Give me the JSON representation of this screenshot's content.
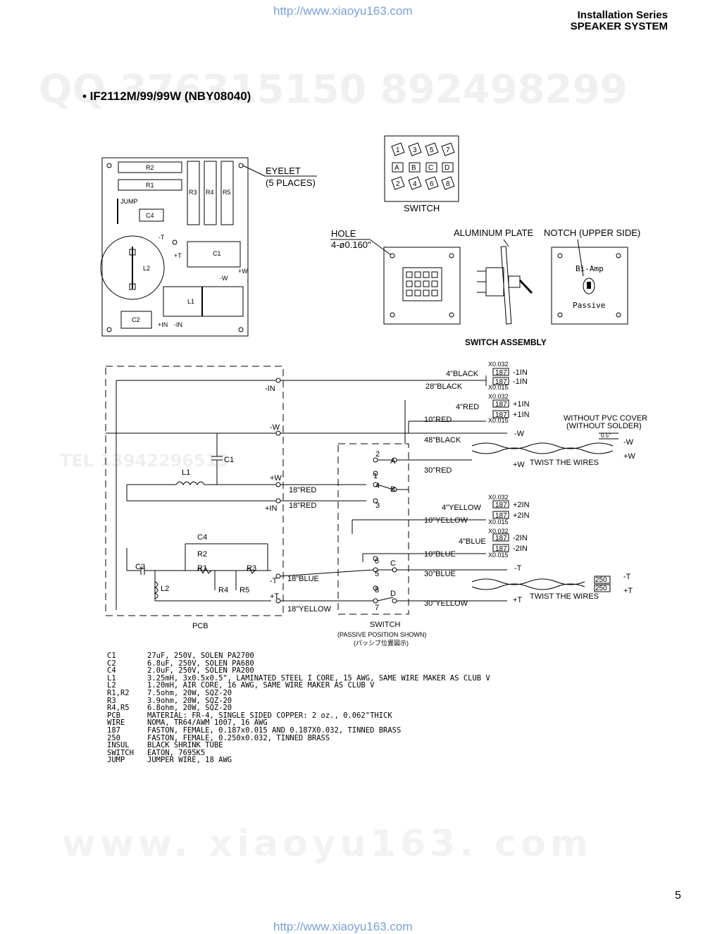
{
  "url_top": "http://www.xiaoyu163.com",
  "url_bottom": "http://www.xiaoyu163.com",
  "header": {
    "line1": "Installation Series",
    "line2": "SPEAKER SYSTEM"
  },
  "title": "• IF2112M/99/99W (NBY08040)",
  "page_number": "5",
  "watermarks": {
    "top": "QQ 376315150   892498299",
    "bottom": "www. xiaoyu163. com",
    "mid": "TEL 13942296513"
  },
  "pcb": {
    "R2": "R2",
    "R1": "R1",
    "R3": "R3",
    "R4": "R4",
    "R5": "R5",
    "jump": "JUMP",
    "C4": "C4",
    "C1": "C1",
    "L2": "L2",
    "L1": "L1",
    "C2": "C2",
    "minus_t": "-T",
    "plus_t": "+T",
    "plus_w": "+W",
    "minus_w": "-W",
    "plus_in": "+IN",
    "minus_in": "-IN",
    "eyelet": "EYELET",
    "eyelet_count": "(5 PLACES)"
  },
  "switch_top": {
    "label": "SWITCH",
    "row1": [
      "1",
      "3",
      "5",
      "7"
    ],
    "row2": [
      "A",
      "B",
      "C",
      "D"
    ],
    "row3": [
      "2",
      "4",
      "6",
      "8"
    ]
  },
  "assembly": {
    "hole": "HOLE",
    "hole_size": "4-ø0.160\"",
    "aluminum": "ALUMINUM PLATE",
    "notch": "NOTCH (UPPER SIDE)",
    "biamp": "Bi-Amp",
    "passive": "Passive",
    "caption": "SWITCH ASSEMBLY"
  },
  "schematic": {
    "minus_in": "-IN",
    "minus_w": "-W",
    "c1": "C1",
    "l1": "L1",
    "plus_w": "+W",
    "plus_in": "+IN",
    "c4": "C4",
    "r2": "R2",
    "c2": "C2",
    "r1": "R1",
    "r3": "R3",
    "l2": "L2",
    "r4": "R4",
    "r5": "R5",
    "minus_t": "-T",
    "plus_t": "+T",
    "pcb": "PCB",
    "sw_label": "SWITCH",
    "sw_note": "(PASSIVE POSITION SHOWN)",
    "sw_note_jp": "(パッシブ位置図示)",
    "pin2": "2",
    "pin1": "1",
    "pin4": "4",
    "pin3": "3",
    "pin6": "6",
    "pin5": "5",
    "pin8": "8",
    "pin7": "7",
    "posA": "A",
    "posB": "B",
    "posC": "C",
    "posD": "D",
    "black4": "4\"BLACK",
    "black28": "28\"BLACK",
    "red4": "4\"RED",
    "red10": "10\"RED",
    "black48": "48\"BLACK",
    "red30": "30\"RED",
    "red18": "18\"RED",
    "red18b": "18\"RED",
    "yellow4": "4\"YELLOW",
    "yellow10": "10\"YELLOW",
    "blue4": "4\"BLUE",
    "blue10": "10\"BLUE",
    "blue30": "30\"BLUE",
    "yellow30": "30\"YELLOW",
    "blue18": "18\"BLUE",
    "yellow18": "18\"YELLOW",
    "x032": "X0.032",
    "x015": "X0.015",
    "f187": "187",
    "f250": "250",
    "m1in": "-1IN",
    "p1in": "+1IN",
    "p2in": "+2IN",
    "m2in": "-2IN",
    "mw": "-W",
    "pw": "+W",
    "mt": "-T",
    "pt": "+T",
    "pvc1": "WITHOUT PVC COVER",
    "pvc2": "(WITHOUT SOLDER)",
    "dim": "0.5\"",
    "twist": "TWIST THE WIRES"
  },
  "parts_list": [
    [
      "C1",
      "27uF, 250V, SOLEN PA2700"
    ],
    [
      "C2",
      "6.8uF, 250V, SOLEN PA680"
    ],
    [
      "C4",
      "2.0uF, 250V, SOLEN PA200"
    ],
    [
      "L1",
      "3.25mH, 3x0.5x0.5\", LAMINATED STEEL I CORE, 15 AWG, SAME WIRE MAKER AS CLUB V"
    ],
    [
      "L2",
      "1.20mH, AIR CORE, 16 AWG, SAME WIRE MAKER AS CLUB V"
    ],
    [
      "R1,R2",
      "7.5ohm, 20W, SQZ-20"
    ],
    [
      "R3",
      "3.9ohm, 20W, SQZ-20"
    ],
    [
      "R4,R5",
      "6.8ohm, 20W, SQZ-20"
    ],
    [
      "PCB",
      "MATERIAL: FR-4, SINGLE SIDED   COPPER: 2 oz., 0.062\"THICK"
    ],
    [
      "WIRE",
      "NOMA, TR64/AWM 1007, 16 AWG"
    ],
    [
      "187",
      "FASTON, FEMALE, 0.187x0.015 AND 0.187X0.032, TINNED BRASS"
    ],
    [
      "250",
      "FASTON, FEMALE, 0.250x0.032, TINNED BRASS"
    ],
    [
      "INSUL",
      "BLACK SHRINK TUBE"
    ],
    [
      "SWITCH",
      "EATON, 7695K5"
    ],
    [
      "JUMP",
      "JUMPER WIRE, 18 AWG"
    ]
  ]
}
